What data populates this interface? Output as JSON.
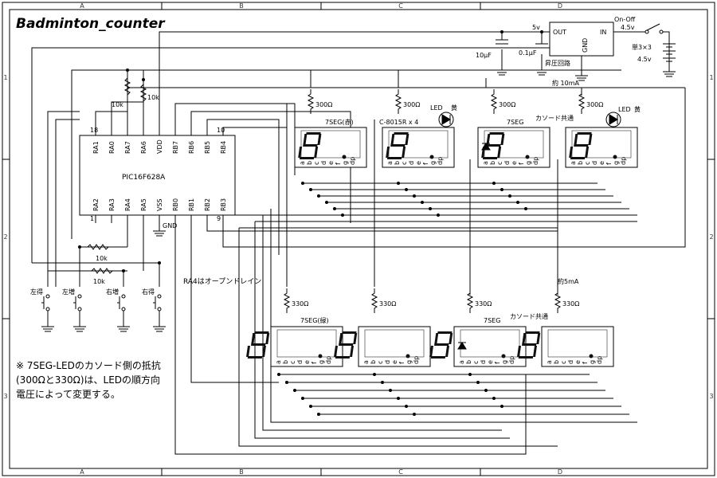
{
  "title": "Badminton_counter",
  "border": {
    "col_labels": [
      "A",
      "B",
      "C",
      "D"
    ],
    "row_labels": [
      "1",
      "2",
      "3"
    ]
  },
  "mcu": {
    "name": "PIC16F628A",
    "top_pins": [
      "RA1",
      "RA0",
      "RA7",
      "RA6",
      "VDD",
      "RB7",
      "RB6",
      "RB5",
      "RB4"
    ],
    "bottom_pins": [
      "RA2",
      "RA3",
      "RA4",
      "RA5",
      "VSS",
      "RB0",
      "RB1",
      "RB2",
      "RB3"
    ],
    "pin_18": "18",
    "pin_1": "1",
    "pin_10": "10",
    "pin_9": "9"
  },
  "labels": {
    "gnd": "GND",
    "ra4_note": "RA4はオープンドレイン",
    "pull_r1": "10k",
    "pull_r2": "10k",
    "sw_r1": "10k",
    "sw_r2": "10k",
    "cathode_common_top": "カソード共通",
    "cathode_common_bottom": "カソード共通",
    "led_top1": "LED",
    "led_top1_color": "黄",
    "led_top2": "LED",
    "led_top2_color": "黄",
    "part_no": "C-8015R x 4",
    "current_top": "約 10mA",
    "current_bottom": "約5mA"
  },
  "resistors_top": [
    "300Ω",
    "300Ω",
    "300Ω",
    "300Ω"
  ],
  "resistors_bottom": [
    "330Ω",
    "330Ω",
    "330Ω",
    "330Ω"
  ],
  "displays_top": [
    {
      "label": "7SEG(赤)"
    },
    {
      "label": ""
    },
    {
      "label": "7SEG"
    },
    {
      "label": ""
    }
  ],
  "displays_bottom": [
    {
      "label": "7SEG(緑)"
    },
    {
      "label": ""
    },
    {
      "label": "7SEG"
    },
    {
      "label": ""
    }
  ],
  "seg_letters": [
    "a",
    "b",
    "c",
    "d",
    "e",
    "f",
    "g",
    "dp"
  ],
  "switches": [
    "左得",
    "左増",
    "右増",
    "右得"
  ],
  "power": {
    "reg_out": "OUT",
    "reg_in": "IN",
    "reg_gnd": "GND",
    "v5": "5v",
    "cap1": "10μF",
    "cap2": "0.1μF",
    "boost": "昇圧回路",
    "switch": "On-Off",
    "v45a": "4.5v",
    "battery": "単3×3",
    "v45b": "4.5v"
  },
  "note": {
    "line1": "※ 7SEG-LEDのカソード側の抵抗",
    "line2": "(300Ωと330Ω)は、LEDの順方向",
    "line3": "電圧によって変更する。"
  }
}
